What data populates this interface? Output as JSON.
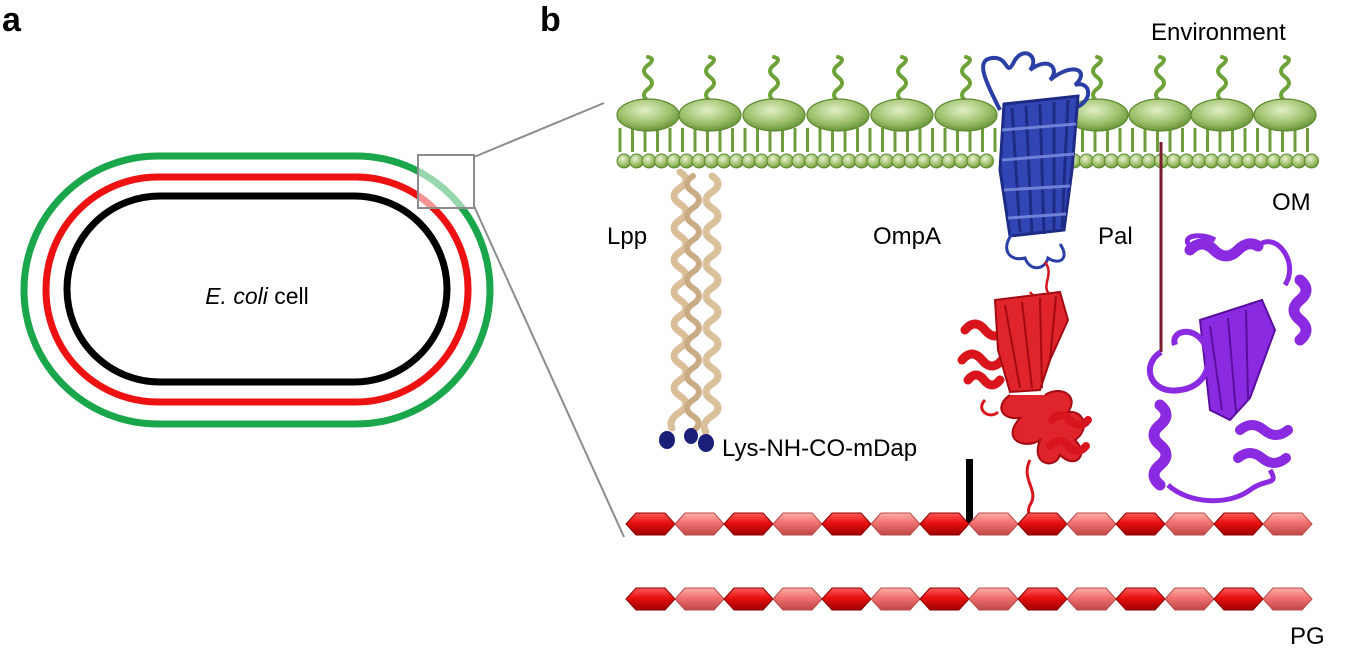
{
  "panels": {
    "a": {
      "letter": "a",
      "cell_label_italic": "E. coli",
      "cell_label_rest": " cell"
    },
    "b": {
      "letter": "b",
      "labels": {
        "environment": "Environment",
        "om": "OM",
        "lpp": "Lpp",
        "ompa": "OmpA",
        "pal": "Pal",
        "crosslink": "Lys-NH-CO-mDap",
        "pg": "PG"
      }
    }
  },
  "colors": {
    "outer_membrane": "#1aa64a",
    "peptidoglycan": "#ee1111",
    "inner_membrane": "#000000",
    "lipid": "#8fb45a",
    "lipid_dark": "#5d8a2e",
    "lpp": "#d9c09a",
    "lpp_anchor": "#1b1f7a",
    "ompa_barrel": "#2a3ea6",
    "ompa_domain": "#d8141c",
    "pal": "#8a2be2",
    "pal_linker": "#7a1a2a",
    "pg_dark": "#e01010",
    "pg_light": "#f07070",
    "zoom_lines": "#8c8c8c"
  }
}
